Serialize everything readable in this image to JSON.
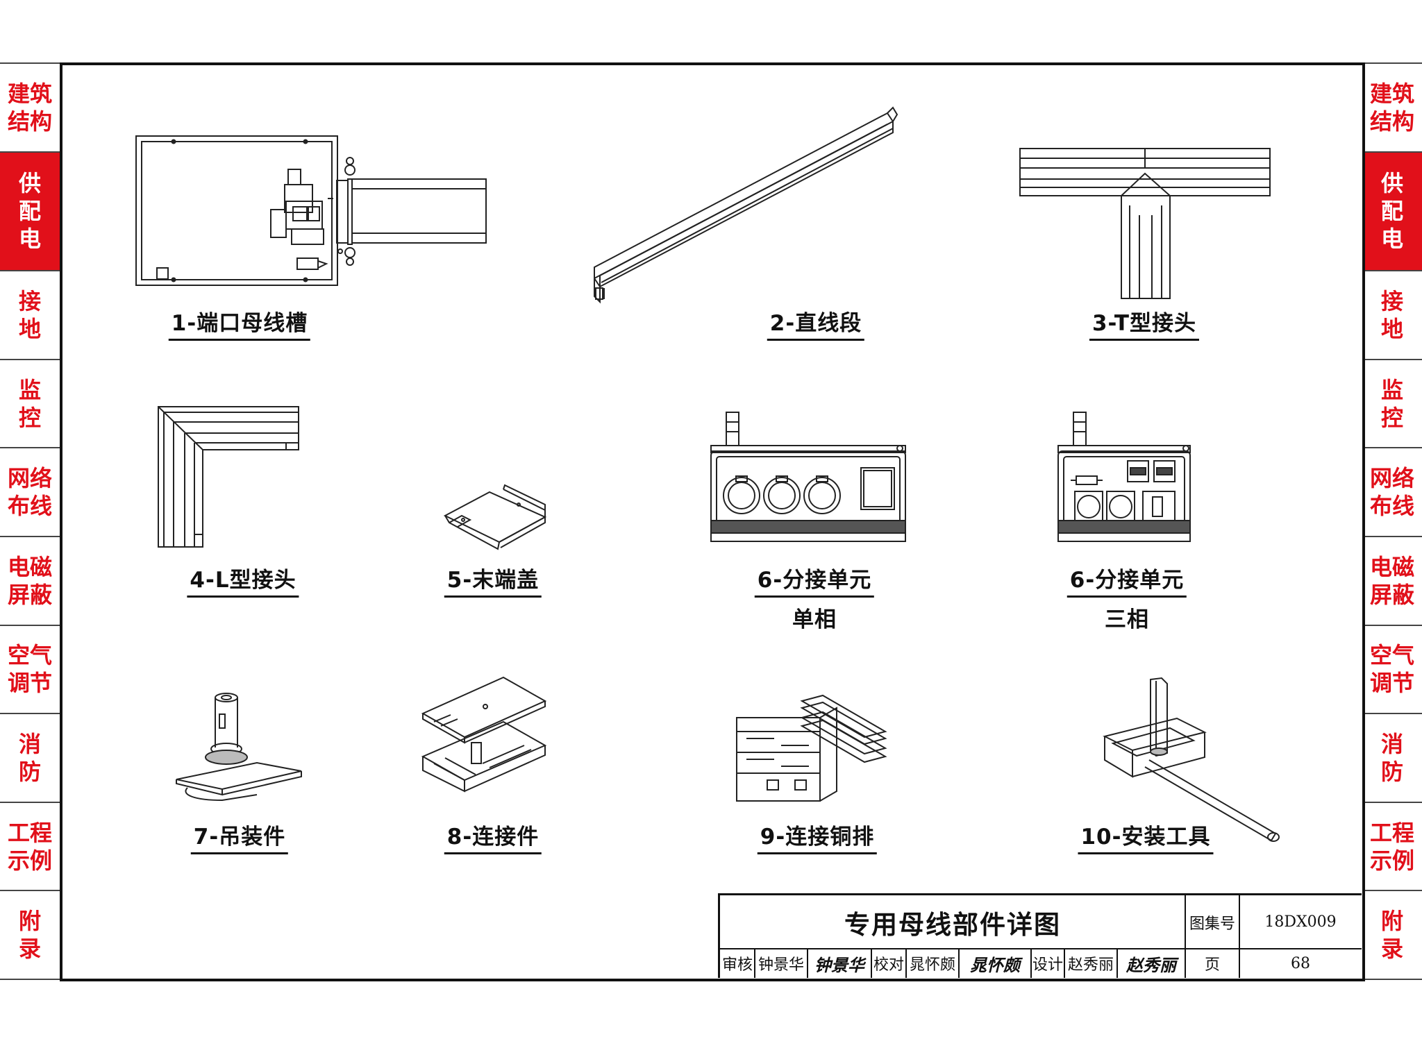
{
  "sidebar_tabs": [
    {
      "label": "建筑\n结构",
      "active": false
    },
    {
      "label": "供\n配\n电",
      "active": true
    },
    {
      "label": "接\n地",
      "active": false
    },
    {
      "label": "监\n控",
      "active": false
    },
    {
      "label": "网络\n布线",
      "active": false
    },
    {
      "label": "电磁\n屏蔽",
      "active": false
    },
    {
      "label": "空气\n调节",
      "active": false
    },
    {
      "label": "消\n防",
      "active": false
    },
    {
      "label": "工程\n示例",
      "active": false
    },
    {
      "label": "附\n录",
      "active": false
    }
  ],
  "components": [
    {
      "caption": "1-端口母线槽",
      "sub": ""
    },
    {
      "caption": "2-直线段",
      "sub": ""
    },
    {
      "caption": "3-T型接头",
      "sub": ""
    },
    {
      "caption": "4-L型接头",
      "sub": ""
    },
    {
      "caption": "5-末端盖",
      "sub": ""
    },
    {
      "caption": "6-分接单元",
      "sub": "单相"
    },
    {
      "caption": "6-分接单元",
      "sub": "三相"
    },
    {
      "caption": "7-吊装件",
      "sub": ""
    },
    {
      "caption": "8-连接件",
      "sub": ""
    },
    {
      "caption": "9-连接铜排",
      "sub": ""
    },
    {
      "caption": "10-安装工具",
      "sub": ""
    }
  ],
  "title_block": {
    "title": "专用母线部件详图",
    "atlas_label": "图集号",
    "atlas_number": "18DX009",
    "review_label": "审核",
    "reviewer": "钟景华",
    "reviewer_signature": "钟景华",
    "check_label": "校对",
    "checker": "晁怀颇",
    "checker_signature": "晁怀颇",
    "design_label": "设计",
    "designer": "赵秀丽",
    "designer_signature": "赵秀丽",
    "page_label": "页",
    "page_number": "68"
  },
  "colors": {
    "accent": "#e1101a",
    "line": "#111111"
  }
}
